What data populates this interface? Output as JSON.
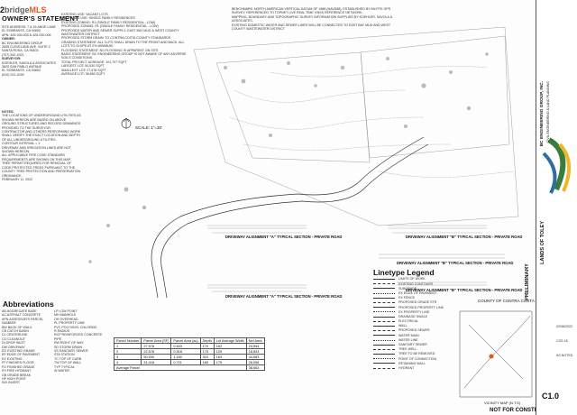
{
  "logo": {
    "prefix": "2",
    "brand_gray": "bridge",
    "brand_orange": "MLS",
    "orange": "#e15a1b"
  },
  "owner": {
    "title": "OWNER'S STATEMENT",
    "col1": [
      "SITE ADDRESS: 7 & 15 ANGE LANE",
      "EL SOBRANTE, CA 94803",
      "APN: 425-030-003 & 425-030-006",
      "OWNER:",
      "BC ENGINEERING GROUP",
      "2605 CLEVELAND AVE. SUITE C",
      "SANTA ROSA, CA 95403",
      "(707) 542-4321",
      "SURVEYOR:",
      "KOEHLER, SAVOLA & ASSOCIATES",
      "3825 SAN PABLO AVENUE",
      "EL SOBRANTE, CA 94803",
      "(510) 222-4030"
    ],
    "col2": [
      "EXISTING USE: VACANT LOTS",
      "PROPOSED USE: SINGLE FAMILY RESIDENCES",
      "EXISTING ZONING: R1 (SINGLE FAMILY RESIDENTIAL - LOW)",
      "PROPOSED ZONING: R1 (SINGLE FAMILY RESIDENTIAL - LOW)",
      "PROPOSED WATER AND SEWER SUPPLY: EAST BAY MUD & WEST COUNTY WASTEWATER DISTRICT",
      "PROPOSED STORM DRAIN: TO CONTRA COSTA COUNTY STANDARDS",
      "GRADING STATEMENT: ALL CUTS SHALL DRAIN TO THE FRONT AND BACK. ALL LOTS TO SLOPE AT 2% MINIMUM.",
      "FLOODING STATEMENT: NO FLOODING IS APPARENT ON SITE.",
      "BASIS STATEMENT: BC ENGINEERING GROUP IS NOT AWARE OF ANY ADVERSE SOILS CONDITIONS.",
      "TOTAL PROJECT ACREAGE: 101,707 SQFT",
      "LARGEST LOT: 50,530 SQFT",
      "SMALLEST LOT: 27,578 SQFT",
      "AVERAGE LOT: 38,663 SQFT"
    ]
  },
  "notes": {
    "title": "NOTES:",
    "items": [
      "THE LOCATIONS OF UNDERGROUND UTILITIES AS SHOWN HEREON ARE BASED ON ABOVE GROUND STRUCTURES AND RECORD DRAWINGS PROVIDED TO THE SURVEYOR.",
      "CONTRACTOR AND OTHERS PERFORMING WORK SHALL VERIFY THE EXACT LOCATION AND DEPTH OF ALL UNDERGROUND UTILITIES.",
      "CONTOUR INTERVAL = 1'",
      "DRIVEWAY AND IRRIGATION LINES ARE NOT SHOWN HEREON.",
      "ALL APPLICABLE FIRE CODE STANDARD REQUIREMENTS ARE SHOWN ON THIS MAP.",
      "TREE PERMIT REQUIRED FOR REMOVAL OF CODE PROTECTED TREES PURSUANT TO THE COUNTY TREE PROTECTION AND PRESERVATION ORDINANCE.",
      "FEBRUARY 11, 2022"
    ]
  },
  "top_note": [
    "BENCHMARK: NORTH AMERICAN VERTICAL DATUM OF 1988 (NAVD88), ESTABLISHED BY AN RTK GPS SURVEY, REFERENCED TO TOPNET LIVE REAL TIME GNSS REFERENCE NETWORK.",
    "MAPPING, BOUNDARY AND TOPOGRAPHIC SURVEY INFORMATION SUPPLIED BY KOEHLER, SAVOLA & ASSOCIATES.",
    "EXISTING DOMESTIC WATER AND SEWER LINES WILL BE CONNECTED TO EAST BAY MUD AND WEST COUNTY WASTEWATER DISTRICT"
  ],
  "scale_label": "SCALE: 1\"=30'",
  "sections": {
    "a": "DRIVEWAY ALIGNMENT \"A\" TYPICAL SECTION - PRIVATE ROAD",
    "b": "DRIVEWAY ALIGNMENT \"B\" TYPICAL SECTION - PRIVATE ROAD",
    "b2": "DRIVEWAY ALIGNMENT \"B\" TYPICAL SECTION - PRIVATE ROAD",
    "c": "DRIVEWAY ALIGNMENT \"A\" TYPICAL SECTION - PRIVATE ROAD",
    "d": "DRIVEWAY ALIGNMENT \"B\" TYPICAL SECTION - PRIVATE ROAD"
  },
  "abbrev": {
    "title": "Abbreviations",
    "left": [
      "AB  AGGREGATE BASE",
      "AC  ASPHALT CONCRETE",
      "APN  ASSESSOR'S PARCEL NUMBER",
      "BW  BACK OF WALK",
      "CB  CATCH BASIN",
      "CL  CENTERLINE",
      "CO  CLEANOUT",
      "DI  DROP INLET",
      "DW  DRIVEWAY",
      "EG  EXISTING GRADE",
      "EP  EDGE OF PAVEMENT",
      "EX  EXISTING",
      "FF  FINISHED FLOOR",
      "FG  FINISHED GRADE",
      "FH  FIRE HYDRANT",
      "GB  GRADE BREAK",
      "HP  HIGH POINT",
      "INV  INVERT"
    ],
    "right": [
      "LP  LOW POINT",
      "MH  MANHOLE",
      "OH  OVERHEAD",
      "PL  PROPERTY LINE",
      "PVC  POLYVINYL CHLORIDE",
      "R  RADIUS",
      "RCP  REINFORCED CONCRETE PIPE",
      "RW  RIGHT OF WAY",
      "SD  STORM DRAIN",
      "SS  SANITARY SEWER",
      "STA  STATION",
      "TC  TOP OF CURB",
      "TW  TOP OF WALL",
      "TYP  TYPICAL",
      "W  WATER"
    ]
  },
  "parcel_table": {
    "headers": [
      "Parcel Number",
      "Parcel Area (SF)",
      "Parcel Area (ac)",
      "Depth",
      "Lot Average Width",
      "Net Area"
    ],
    "rows": [
      [
        "1",
        "27,578",
        "0.633",
        "170",
        "162",
        "24,594"
      ],
      [
        "2",
        "22,578",
        "0.518",
        "175",
        "129",
        "18,833"
      ],
      [
        "3",
        "50,530",
        "1.160",
        "310",
        "163",
        "44,683"
      ],
      [
        "4",
        "31,418",
        "0.721",
        "180",
        "175",
        "28,056"
      ]
    ],
    "avg_label": "Average Parcel",
    "avg_value": "38,663"
  },
  "linetype": {
    "title": "Linetype Legend",
    "items": [
      "LIMITS OF WORK",
      "EXISTING CONTOURS",
      "SUBGRADE",
      "EX EDGE OF PAVEMENT",
      "EX FENCE",
      "PROPOSED GRADE STR",
      "PROPOSED PROPERTY LINE",
      "EX PROPERTY LINE",
      "DRAINAGE SWALE",
      "ELECTRICAL",
      "WALL",
      "PROPOSED SEWER",
      "WATER MAIN",
      "WATER LINE",
      "SANITARY SEWER",
      "TREE WELL",
      "TREE TO BE REMOVED",
      "POINT OF CONNECTION",
      "RETAINING WALL",
      "HYDRANT"
    ]
  },
  "vicinity": {
    "county": "COUNTY OF CONTRA COSTA",
    "title": "VICINITY MAP (N.T.S)",
    "nfc": "NOT FOR CONSTRUCTION"
  },
  "titleblock": {
    "firm": "BC ENGINEERING GROUP, INC.",
    "firm_sub": "CIVIL ENGINEERING & LAND PLANNING",
    "project": "LANDS OF TOLEY",
    "prelim": "PRELIMINARY",
    "sheet": "C1.0",
    "dates": [
      "02/08/2022",
      "CO2-18",
      "AS NOTED"
    ]
  }
}
